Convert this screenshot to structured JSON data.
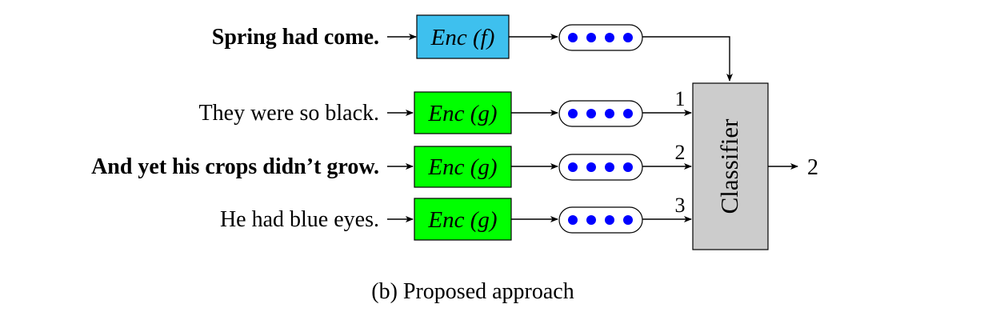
{
  "sentences": [
    {
      "text": "Spring had come.",
      "bold": true
    },
    {
      "text": "They were so black.",
      "bold": false
    },
    {
      "text": "And yet his crops didn’t grow.",
      "bold": true
    },
    {
      "text": "He had blue eyes.",
      "bold": false
    }
  ],
  "encoders": [
    {
      "label": "Enc (f)",
      "color": "#3ec0ee"
    },
    {
      "label": "Enc (g)",
      "color": "#00ff00"
    },
    {
      "label": "Enc (g)",
      "color": "#00ff00"
    },
    {
      "label": "Enc (g)",
      "color": "#00ff00"
    }
  ],
  "embedding_dot_color": "#0000ff",
  "classifier": {
    "label": "Classifier",
    "color": "#cccccc"
  },
  "input_labels": [
    "1",
    "2",
    "3"
  ],
  "output_label": "2",
  "caption": "(b) Proposed approach"
}
